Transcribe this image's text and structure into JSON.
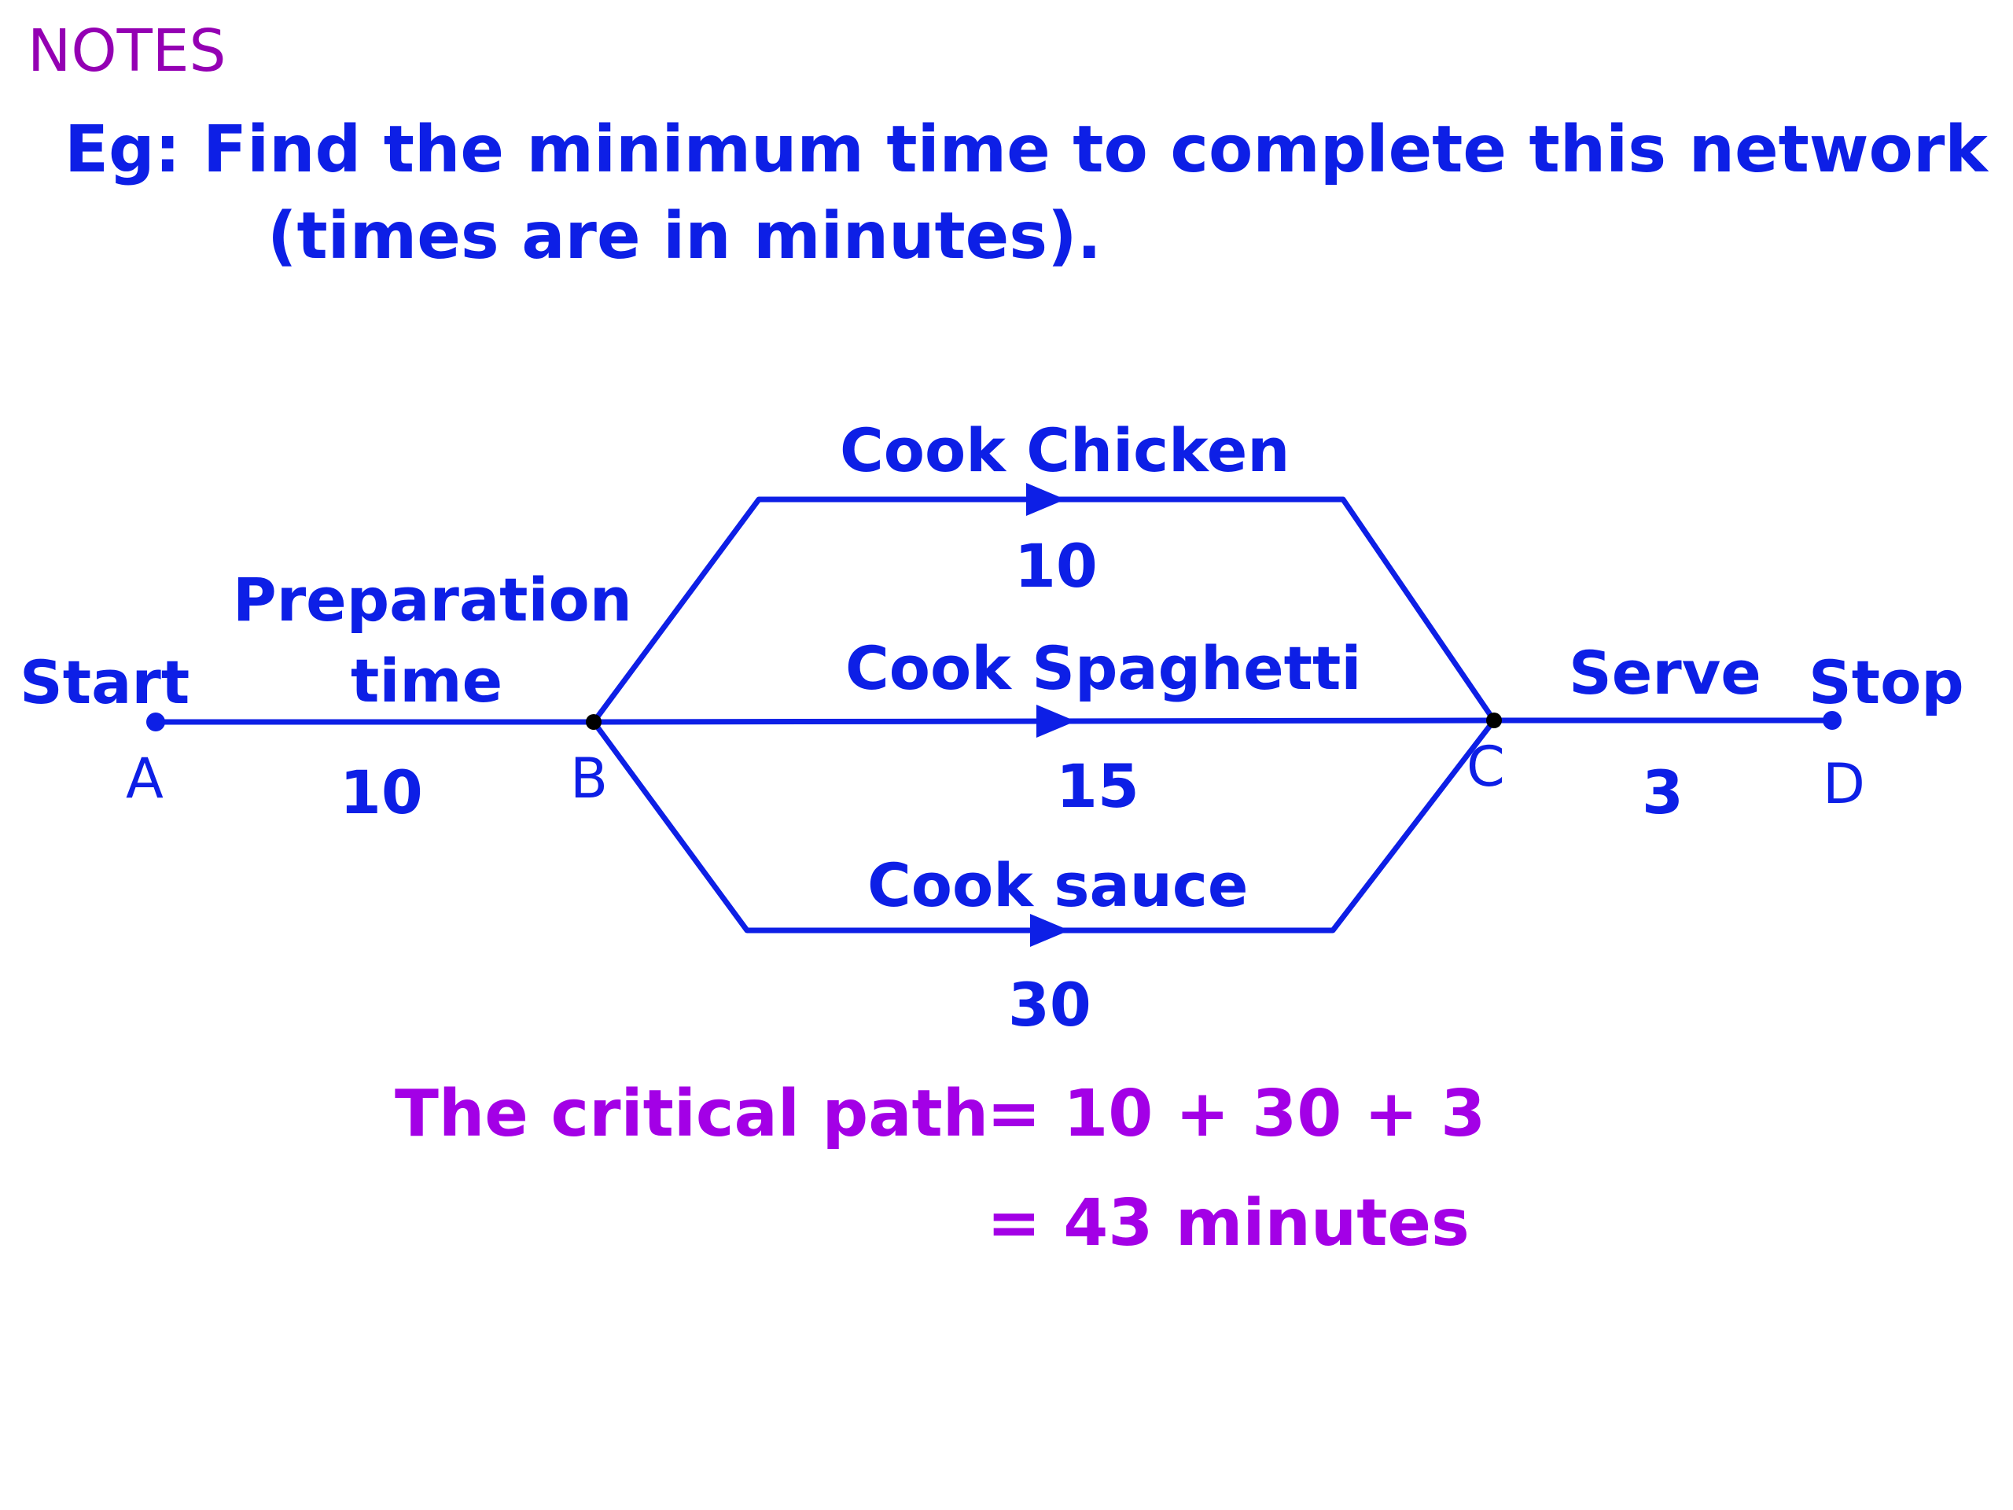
{
  "heading": "NOTES",
  "question": {
    "line1": "Eg: Find the minimum time to complete this network",
    "line2": "(times are in minutes)."
  },
  "network": {
    "nodes": [
      {
        "id": "A",
        "label": "A"
      },
      {
        "id": "B",
        "label": "B"
      },
      {
        "id": "C",
        "label": "C"
      },
      {
        "id": "D",
        "label": "D"
      }
    ],
    "start_label": "Start",
    "stop_label": "Stop",
    "activities": [
      {
        "id": "preparation",
        "from": "A",
        "to": "B",
        "label_line1": "Preparation",
        "label_line2": "time",
        "time": "10"
      },
      {
        "id": "cook-chicken",
        "from": "B",
        "to": "C",
        "label": "Cook Chicken",
        "time": "10"
      },
      {
        "id": "cook-spaghetti",
        "from": "B",
        "to": "C",
        "label": "Cook Spaghetti",
        "time": "15"
      },
      {
        "id": "cook-sauce",
        "from": "B",
        "to": "C",
        "label": "Cook sauce",
        "time": "30"
      },
      {
        "id": "serve",
        "from": "C",
        "to": "D",
        "label": "Serve",
        "time": "3"
      }
    ]
  },
  "answer": {
    "line1_prefix": "The critical path",
    "line1_expr": "= 10 + 30 + 3",
    "line2": "= 43 minutes"
  },
  "colors": {
    "heading": "#9400b3",
    "network": "#0d1fe6",
    "answer": "#a300e6",
    "node_dot": "#000000"
  }
}
